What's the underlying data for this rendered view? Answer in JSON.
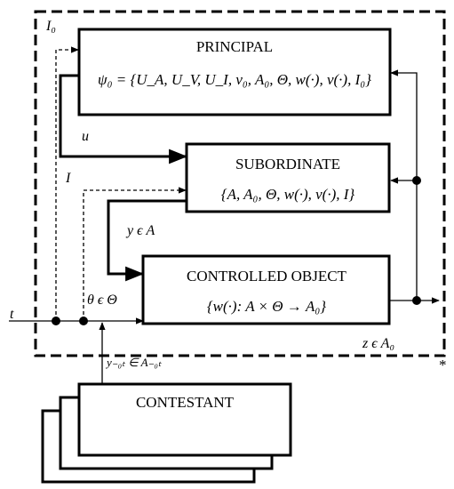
{
  "diagram": {
    "blocks": {
      "principal": {
        "title": "PRINCIPAL",
        "formula": "ψ₀ = {U_A, U_V, U_I, v₀, A₀, Θ, w(·), v(·), I₀}"
      },
      "subordinate": {
        "title": "SUBORDINATE",
        "formula": "{A, A₀, Θ, w(·), v(·), I}"
      },
      "controlled_object": {
        "title": "CONTROLLED OBJECT",
        "formula": "{w(·): A × Θ → A₀}"
      },
      "contestant": {
        "title": "CONTESTANT"
      }
    },
    "signals": {
      "I0": "I₀",
      "u": "u",
      "I": "I",
      "y": "y ϵ A",
      "theta": "θ ϵ Θ",
      "t": "t",
      "z": "z ϵ A₀",
      "y_contest": "y₋₀ₜ ∈ A₋₀ₜ",
      "star": "*"
    }
  }
}
